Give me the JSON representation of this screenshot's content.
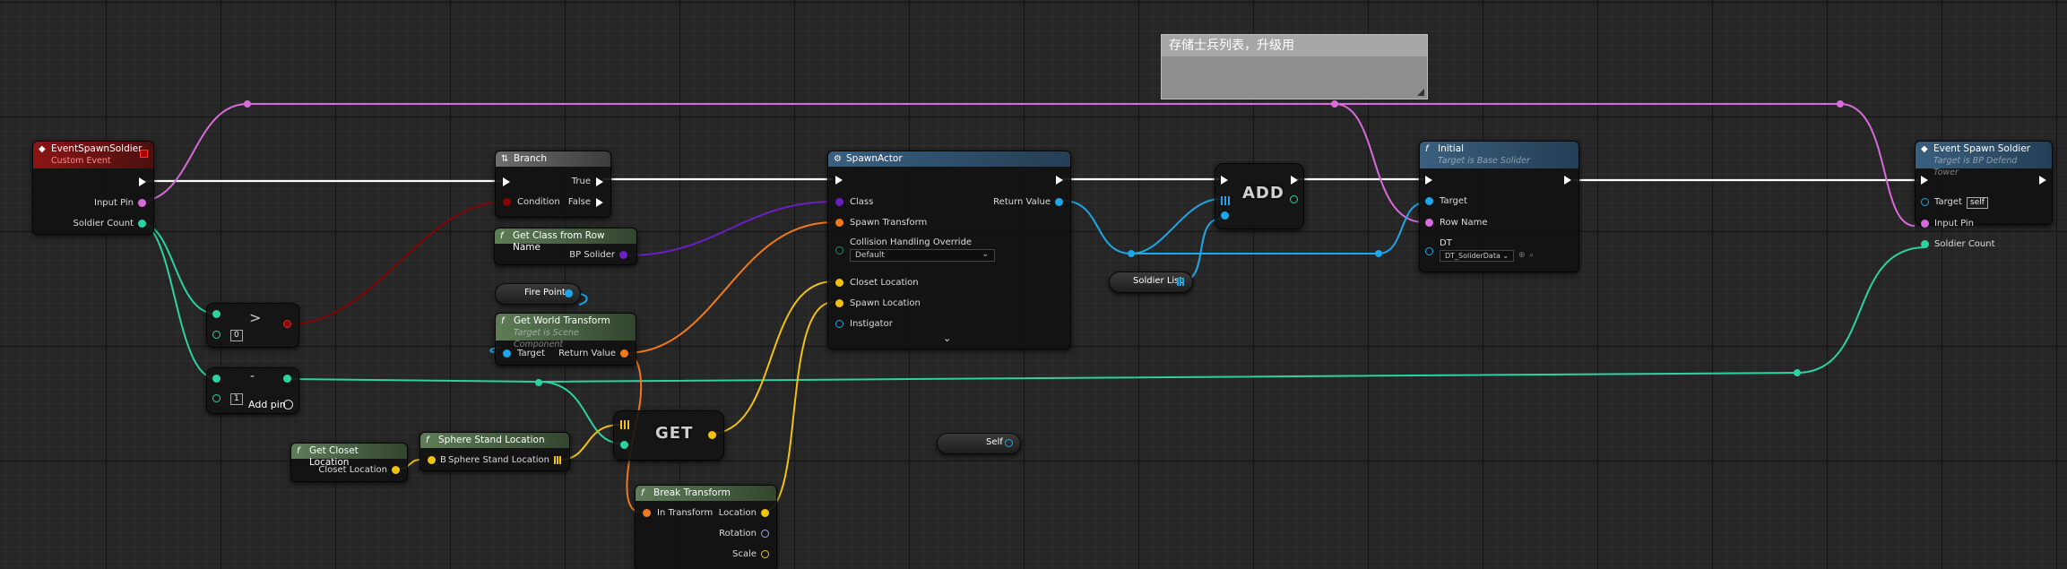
{
  "comment": {
    "title": "存储士兵列表，升级用"
  },
  "event_spawn_soldier_custom": {
    "title": "EventSpawnSoldier",
    "subtitle": "Custom Event",
    "pins": {
      "input_pin": "Input Pin",
      "soldier_count": "Soldier Count"
    }
  },
  "branch": {
    "title": "Branch",
    "condition": "Condition",
    "true_label": "True",
    "false_label": "False"
  },
  "greater_node": {
    "op": ">",
    "value": "0"
  },
  "subtract_node": {
    "op": "-",
    "value": "1",
    "add_pin": "Add pin"
  },
  "get_class_from_row_name": {
    "title": "Get Class from Row Name",
    "pin": "BP Solider"
  },
  "fire_point": {
    "label": "Fire Point"
  },
  "get_world_transform": {
    "title": "Get World Transform",
    "subtitle": "Target is Scene Component",
    "target": "Target",
    "return_value": "Return Value"
  },
  "spawn_actor": {
    "title": "SpawnActor",
    "pins": {
      "class": "Class",
      "spawn_transform": "Spawn Transform",
      "collision_override": "Collision Handling Override",
      "collision_value": "Default",
      "closet_location": "Closet Location",
      "spawn_location": "Spawn Location",
      "instigator": "Instigator",
      "return_value": "Return Value"
    }
  },
  "add_node": {
    "label": "ADD"
  },
  "soldier_list": {
    "label": "Soldier List"
  },
  "initial": {
    "title": "Initial",
    "subtitle": "Target is Base Solider",
    "target": "Target",
    "row_name": "Row Name",
    "dt": "DT",
    "dt_value": "DT_SoliderData"
  },
  "event_spawn_soldier_call": {
    "title": "Event Spawn Soldier",
    "subtitle": "Target is BP Defend Tower",
    "target": "Target",
    "target_value": "self",
    "input_pin": "Input Pin",
    "soldier_count": "Soldier Count"
  },
  "get_closet_location": {
    "title": "Get Closet Location",
    "pin": "Closet Location"
  },
  "sphere_stand_location": {
    "title": "Sphere Stand Location",
    "in_pin": "B",
    "out_pin": "Sphere Stand Location"
  },
  "get_node": {
    "label": "GET"
  },
  "self_node": {
    "label": "Self"
  },
  "break_transform": {
    "title": "Break Transform",
    "in_transform": "In Transform",
    "location": "Location",
    "rotation": "Rotation",
    "scale": "Scale"
  },
  "colors": {
    "exec": "#ffffff",
    "string_pin": "#d86bdb",
    "int_pin": "#2bd3a2",
    "object_pin": "#1ca7e8",
    "vector_pin": "#f2c20e",
    "transform_pin": "#f07a1a",
    "class_pin": "#6a1fc2",
    "bool_pin": "#8f0000"
  }
}
